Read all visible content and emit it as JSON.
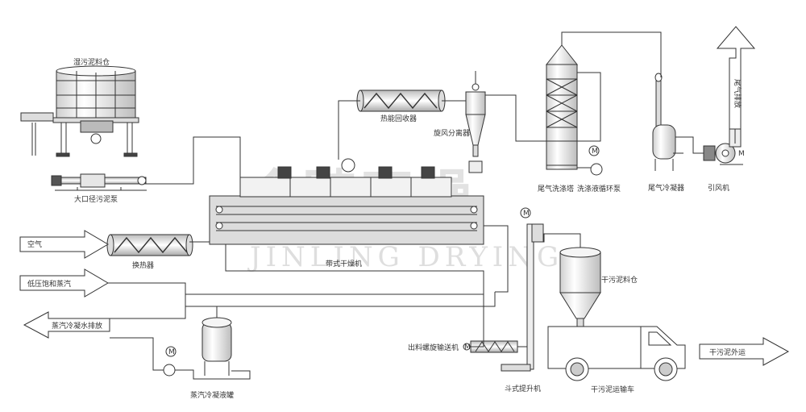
{
  "labels": {
    "wet_sludge_bin": "湿污泥料仓",
    "large_pump": "大口径污泥泵",
    "heat_recovery": "热能回收器",
    "cyclone": "旋风分离器",
    "scrubber": "尾气洗涤塔",
    "circ_pump": "洗涤液循环泵",
    "condenser": "尾气冷凝器",
    "fan": "引风机",
    "exhaust": "尾气排放",
    "air": "空气",
    "heat_exchanger": "换热器",
    "steam": "低压饱和蒸汽",
    "belt_dryer": "带式干燥机",
    "condensate_discharge": "蒸汽冷凝水排放",
    "condensate_tank": "蒸汽冷凝液罐",
    "screw_conveyor": "出料螺旋输送机",
    "bucket_elevator": "斗式提升机",
    "dry_sludge_bin": "干污泥料仓",
    "truck": "干污泥运输车",
    "dry_sludge_out": "干污泥外运"
  },
  "watermark": {
    "cn": "金陵干燥",
    "en": "JINLING DRYING"
  },
  "motor_symbol": "M",
  "colors": {
    "line": "#333333",
    "equipment_fill": "#f2f2f2",
    "dryer_fill": "#dcdcdc",
    "watermark": "#9a9a9a"
  }
}
